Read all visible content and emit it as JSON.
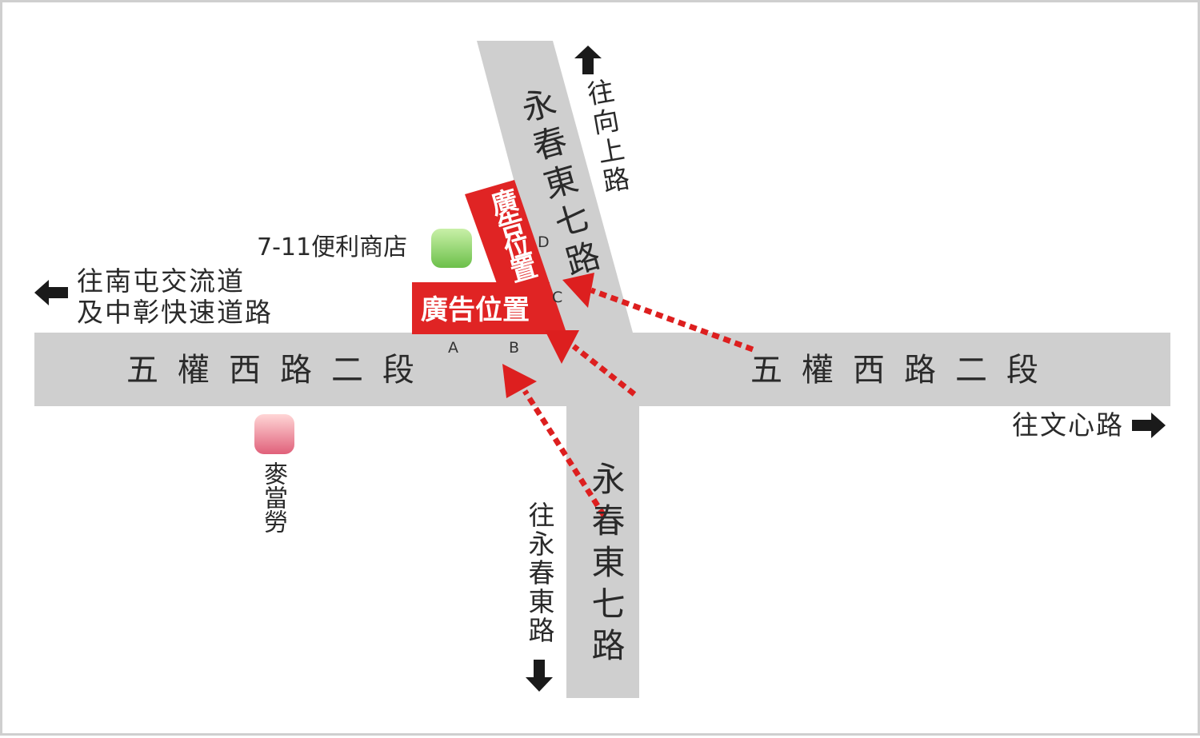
{
  "colors": {
    "road": "#cfcfcf",
    "frame": "#cfcfcf",
    "ad_red": "#e02424",
    "arrow_red": "#dd1f1f",
    "direction_arrow": "#1a1a1a",
    "seven_eleven_marker": "#8fd36a",
    "mcdonalds_marker": "#f08a8a"
  },
  "roads": {
    "horizontal": {
      "west_label": "五權西路二段",
      "east_label": "五權西路二段"
    },
    "vertical": {
      "north_label": "永春東七路",
      "south_label": "永春東七路"
    }
  },
  "directions": {
    "north": "往向上路",
    "south": "往永春東路",
    "west_line1": "往南屯交流道",
    "west_line2": "及中彰快速道路",
    "east": "往文心路"
  },
  "ad_panels": {
    "horizontal_label": "廣告位置",
    "vertical_label": "廣告位置"
  },
  "corner_labels": {
    "a": "A",
    "b": "B",
    "c": "C",
    "d": "D"
  },
  "landmarks": {
    "seven_eleven": {
      "label": "7-11便利商店",
      "icon": "convenience-store-marker"
    },
    "mcdonalds": {
      "label": "麥當勞",
      "icon": "restaurant-marker"
    }
  }
}
